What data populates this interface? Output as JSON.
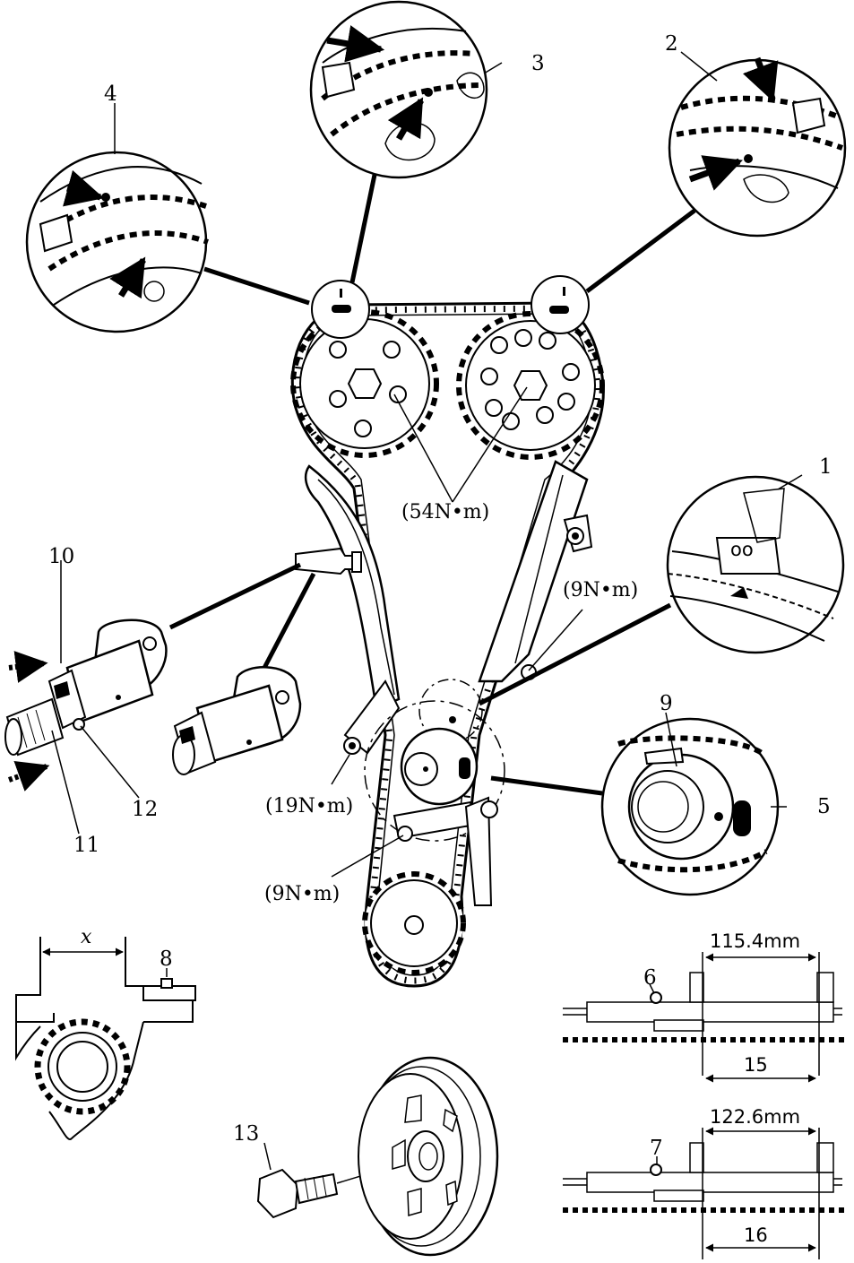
{
  "callouts": {
    "c1": "1",
    "c2": "2",
    "c3": "3",
    "c4": "4",
    "c5": "5",
    "c6": "6",
    "c7": "7",
    "c8": "8",
    "c9": "9",
    "c10": "10",
    "c11": "11",
    "c12": "12",
    "c13": "13"
  },
  "torques": {
    "camshaft": "(54N•m)",
    "guide_upper": "(9N•m)",
    "guide_lower": "(9N•m)",
    "tensioner_rail": "(19N•m)"
  },
  "measurements": {
    "m115": "115.4mm",
    "m122": "122.6mm",
    "count15": "15",
    "count16": "16",
    "x_label": "x"
  }
}
